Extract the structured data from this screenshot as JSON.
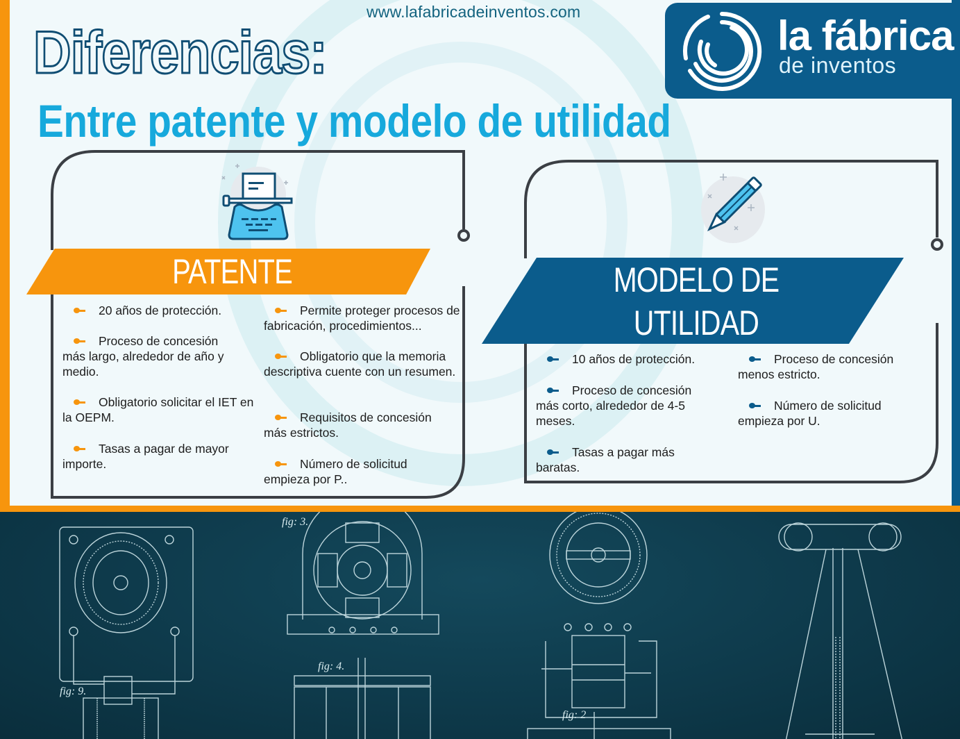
{
  "header": {
    "url": "www.lafabricadeinventos.com",
    "title": "Diferencias:",
    "subtitle": "Entre patente y modelo de utilidad"
  },
  "brand": {
    "name": "la fábrica",
    "tagline": "de inventos",
    "logo_icon": "concentric-circle-arcs-icon"
  },
  "colors": {
    "accent_orange": "#f7950d",
    "brand_blue": "#0b5c8c",
    "subtitle_cyan": "#17a9dc",
    "title_outline": "#0f4d73",
    "background": "#f1f9fb",
    "blueprint": "#0e3a4b"
  },
  "patente": {
    "icon": "typewriter-icon",
    "heading": "PATENTE",
    "bullet_icon": "pin-bullet-icon",
    "items_left": [
      "20 años de protección.",
      "Proceso de concesión más largo, alrededor de año y medio.",
      "Obligatorio solicitar el IET en la OEPM.",
      "Tasas a pagar de mayor importe."
    ],
    "items_right": [
      "Permite proteger procesos de fabricación, procedimientos...",
      "Obligatorio que la memoria descriptiva cuente con un resumen.",
      "Requisitos de concesión más estrictos.",
      "Número de solicitud empieza por P.."
    ]
  },
  "modelo": {
    "icon": "pencil-icon",
    "heading_line1": "MODELO DE",
    "heading_line2": "UTILIDAD",
    "bullet_icon": "pin-bullet-icon",
    "items_left": [
      "10 años de protección.",
      "Proceso de concesión más corto, alrededor de 4-5 meses.",
      "Tasas a pagar más baratas."
    ],
    "items_right": [
      "Proceso de concesión menos estricto.",
      "Número de solicitud empieza por U."
    ]
  },
  "blueprint": {
    "figure_labels": [
      "fig: 9.",
      "fig: 3.",
      "fig: 4.",
      "fig: 2"
    ]
  }
}
